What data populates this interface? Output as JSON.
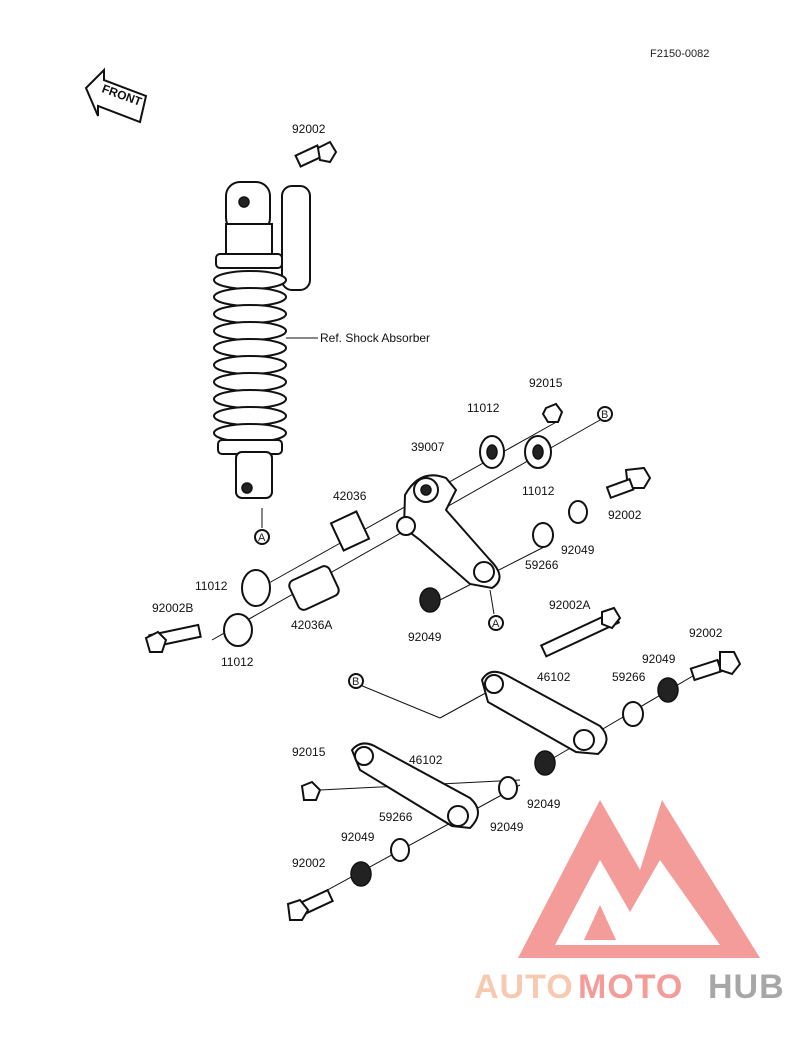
{
  "figure_code": "F2150-0082",
  "front_label": "FRONT",
  "ref_label": "Ref. Shock Absorber",
  "part_labels": [
    "92002",
    "11012",
    "92015",
    "39007",
    "11012",
    "42036",
    "92002",
    "92049",
    "59266",
    "11012",
    "92002B",
    "42036A",
    "92049",
    "11012",
    "92002A",
    "92002",
    "92049",
    "59266",
    "46102",
    "92015",
    "46102",
    "59266",
    "92049",
    "92049",
    "92049",
    "92002"
  ],
  "ref_markers": [
    "A",
    "A",
    "B",
    "B"
  ],
  "watermark": {
    "part1": "AUTO",
    "part2": "MOTO",
    "part3": "HUB",
    "color1": "#f5b896",
    "color2": "#f07c78",
    "color3": "#8a8a8a"
  }
}
